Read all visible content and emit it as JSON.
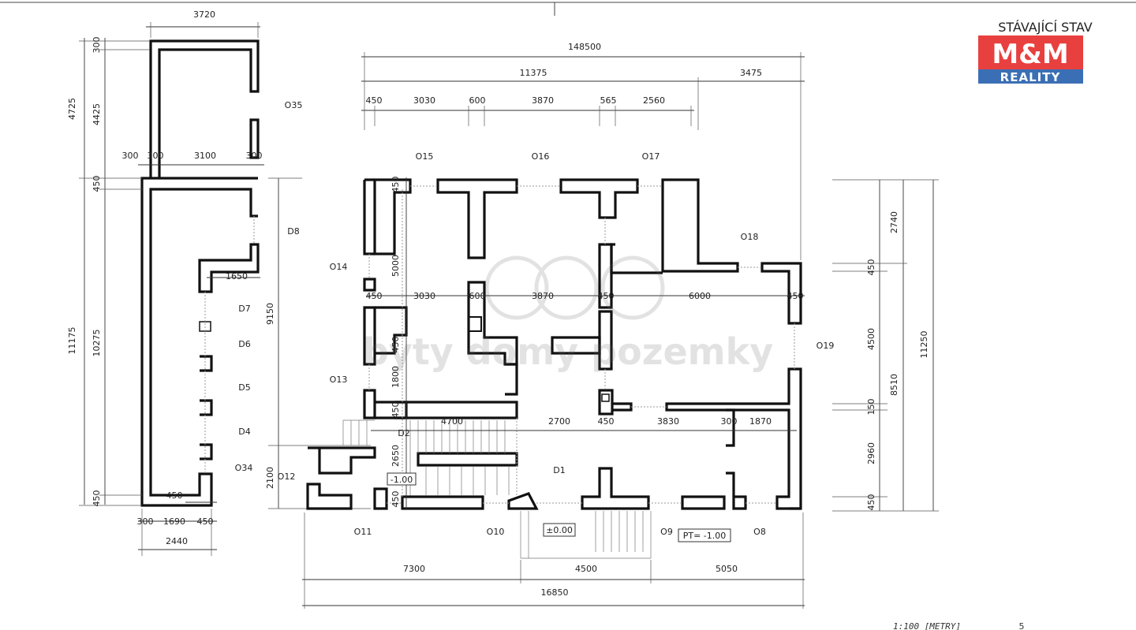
{
  "header": {
    "status_label": "STÁVAJÍCÍ STAV"
  },
  "logo": {
    "top": "M&M",
    "bottom": "REALITY",
    "colors": {
      "red": "#e8403f",
      "blue": "#3b6fb5"
    }
  },
  "watermark": {
    "text": "byty domy pozemky"
  },
  "footer": {
    "scale": "1:100  [METRY]",
    "page": "5"
  },
  "garage": {
    "dims": [
      "3720",
      "300",
      "4425",
      "4725",
      "300",
      "300",
      "3100",
      "300",
      "450",
      "10275",
      "11175",
      "450",
      "1650",
      "450",
      "300",
      "1690",
      "450",
      "2440"
    ],
    "openings": [
      "O35",
      "D8",
      "D7",
      "D6",
      "D5",
      "D4",
      "O34"
    ]
  },
  "house": {
    "top_dims": [
      "148500",
      "11375",
      "3475",
      "450",
      "3030",
      "600",
      "3870",
      "565",
      "2560"
    ],
    "inner_dims": [
      "450",
      "3030",
      "600",
      "3870",
      "450",
      "6000",
      "450",
      "4700",
      "2700",
      "450",
      "3830",
      "300",
      "1870"
    ],
    "vertical_dims": [
      "450",
      "5000",
      "450",
      "1800",
      "450",
      "2650",
      "450",
      "2100",
      "2740",
      "450",
      "4500",
      "150",
      "2960",
      "450",
      "8510",
      "11250",
      "9150"
    ],
    "bottom_dims": [
      "7300",
      "4500",
      "5050",
      "16850"
    ],
    "openings": [
      "O15",
      "O16",
      "O17",
      "O18",
      "O14",
      "O13",
      "O12",
      "O11",
      "O10",
      "O9",
      "O8",
      "O19",
      "D1",
      "D2"
    ],
    "levels": [
      "-1.00",
      "±0.00",
      "PT= -1.00"
    ]
  }
}
